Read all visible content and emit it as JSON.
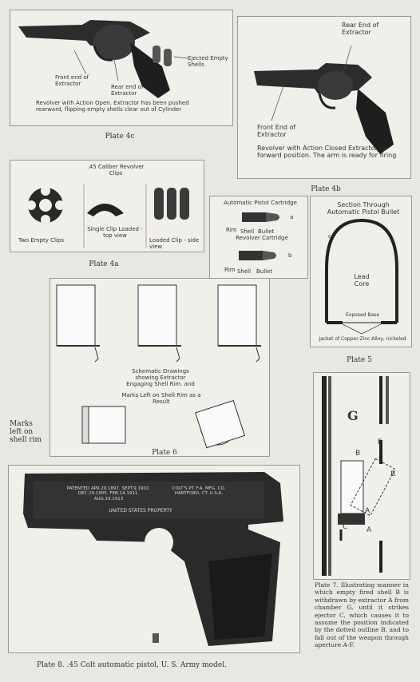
{
  "plate4c": {
    "caption": "Plate 4c",
    "ejected_label": "Ejected Empty Shells",
    "front_end_label": "Front end of Extractor",
    "rear_end_label": "Rear end of Extractor",
    "description": "Revolver with Action Open. Extractor has been pushed rearward, flipping empty shells clear out of Cylinder"
  },
  "plate4b": {
    "caption": "Plate 4b",
    "rear_end_label": "Rear End of Extractor",
    "front_end_label": "Front End of Extractor",
    "description": "Revolver with Action Closed Extractor in forward position. The arm is ready for firing"
  },
  "plate4a": {
    "caption": "Plate 4a",
    "title": ".45 Caliber Revolver Clips",
    "two_empty_clips": "Two Empty Clips",
    "single_clip": "Single Clip Loaded - top view",
    "loaded_clip": "Loaded Clip - side view"
  },
  "cartridges": {
    "automatic_title": "Automatic Pistol Cartridge",
    "revolver_title": "Revolver Cartridge",
    "a": "a",
    "b": "b",
    "rim": "Rim",
    "shell": "Shell",
    "bullet": "Bullet"
  },
  "plate5": {
    "caption": "Plate 5",
    "title": "Section Through Automatic Pistol Bullet",
    "c": "c",
    "lead_core": "Lead Core",
    "exposed_base": "Exposed Base",
    "jacket": "Jacket of Copper-Zinc Alloy, nickeled"
  },
  "plate6": {
    "caption": "Plate 6",
    "schematic": "Schematic Drawings showing Extractor Engaging Shell Rim. and",
    "marks_left": "Marks Left on Shell Rim as a Result",
    "side_note": "Marks left on shell rim"
  },
  "plate7": {
    "G": "G",
    "B1": "B",
    "B2": "B",
    "F": "F",
    "C": "C",
    "A1": "A",
    "A2": "A",
    "caption": "Plate 7. Illustrating manner in which empty fired shell B is withdrawn by extractor A from chamber G, until it strikes ejector C, which causes it to assume the position indicated by the dotted outline B, and to fall out of the weapon through aperture A-F."
  },
  "plate8": {
    "caption": "Plate 8.  .45 Colt automatic pistol, U. S. Army model.",
    "engraving_left": "PATENTED APR.20.1897. SEPT.9.1902. DEC.19.1905. FEB.14.1911. AUG.19.1913",
    "engraving_right": "COLT'S PT. F.A. MFG. CO. HARTFORD, CT. U.S.A.",
    "property": "UNITED STATES PROPERTY"
  }
}
